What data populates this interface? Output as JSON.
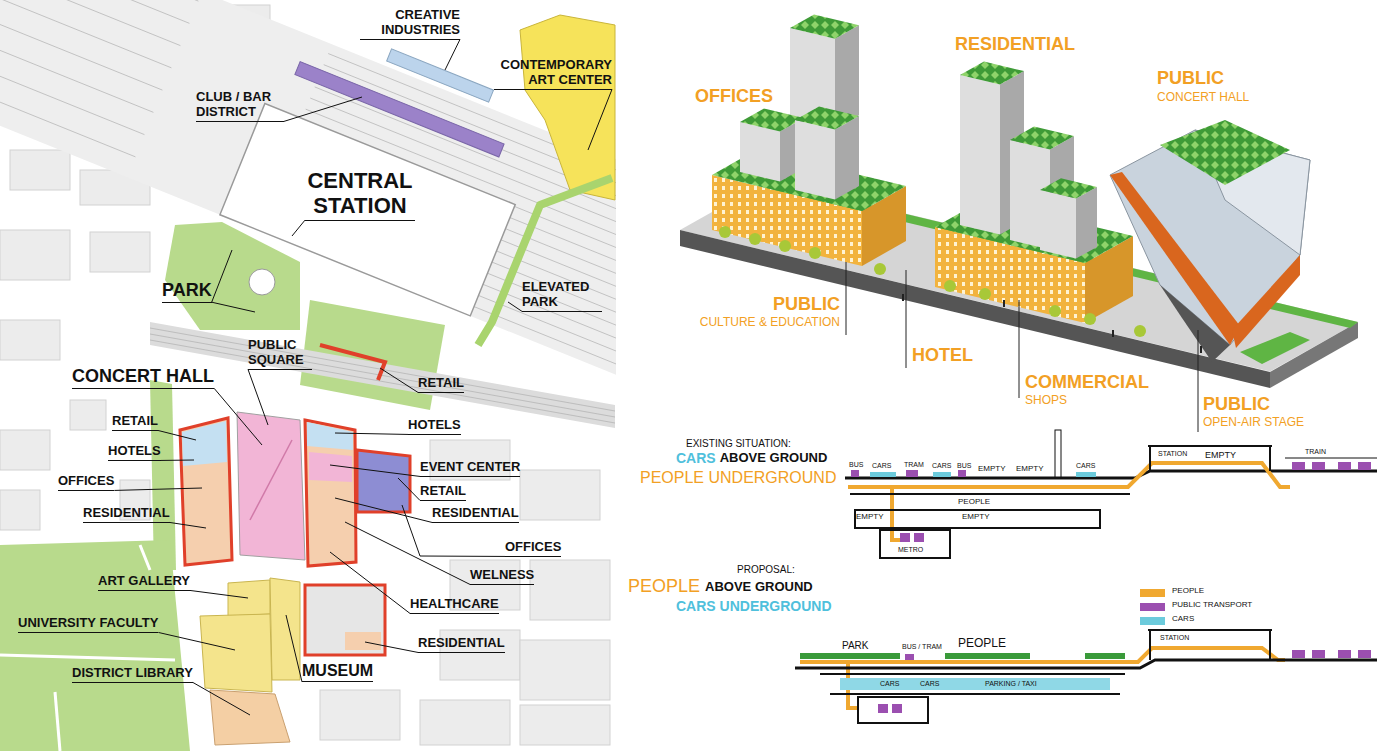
{
  "diagram": {
    "labels": [
      "CREATIVE INDUSTRIES",
      "CONTEMPORARY ART CENTER",
      "CLUB / BAR DISTRICT",
      "CENTRAL STATION",
      "PARK",
      "ELEVATED PARK",
      "RETAIL",
      "CONCERT HALL",
      "PUBLIC SQUARE",
      "RETAIL",
      "HOTELS",
      "OFFICES",
      "RESIDENTIAL",
      "HOTELS",
      "EVENT CENTER",
      "RETAIL",
      "RESIDENTIAL",
      "OFFICES",
      "WELNESS",
      "HEALTHCARE",
      "ART GALLERY",
      "UNIVERSITY FACULTY",
      "DISTRICT LIBRARY",
      "MUSEUM",
      "RESIDENTIAL",
      "OFFICES",
      "RESIDENTIAL",
      "PUBLIC",
      "CONCERT HALL",
      "PUBLIC",
      "CULTURE & EDUCATION",
      "HOTEL",
      "COMMERCIAL",
      "SHOPS",
      "PUBLIC",
      "OPEN-AIR STAGE",
      "EXISTING SITUATION:",
      "CARS",
      "ABOVE GROUND",
      "PEOPLE UNDERGROUND",
      "BUS",
      "CARS",
      "TRAM",
      "CARS",
      "BUS",
      "EMPTY",
      "EMPTY",
      "CARS",
      "STATION",
      "EMPTY",
      "TRAIN",
      "PEOPLE",
      "EMPTY",
      "EMPTY",
      "METRO",
      "PROPOSAL:",
      "PEOPLE",
      "ABOVE GROUND",
      "CARS UNDERGROUND",
      "PARK",
      "BUS / TRAM",
      "PEOPLE",
      "STATION",
      "CARS",
      "CARS",
      "PARKING / TAXI"
    ],
    "legend": [
      {
        "text": "PEOPLE",
        "color": "#f0a830"
      },
      {
        "text": "PUBLIC TRANSPORT",
        "color": "#9b4fb0"
      },
      {
        "text": "CARS",
        "color": "#6ccbdc"
      }
    ]
  }
}
